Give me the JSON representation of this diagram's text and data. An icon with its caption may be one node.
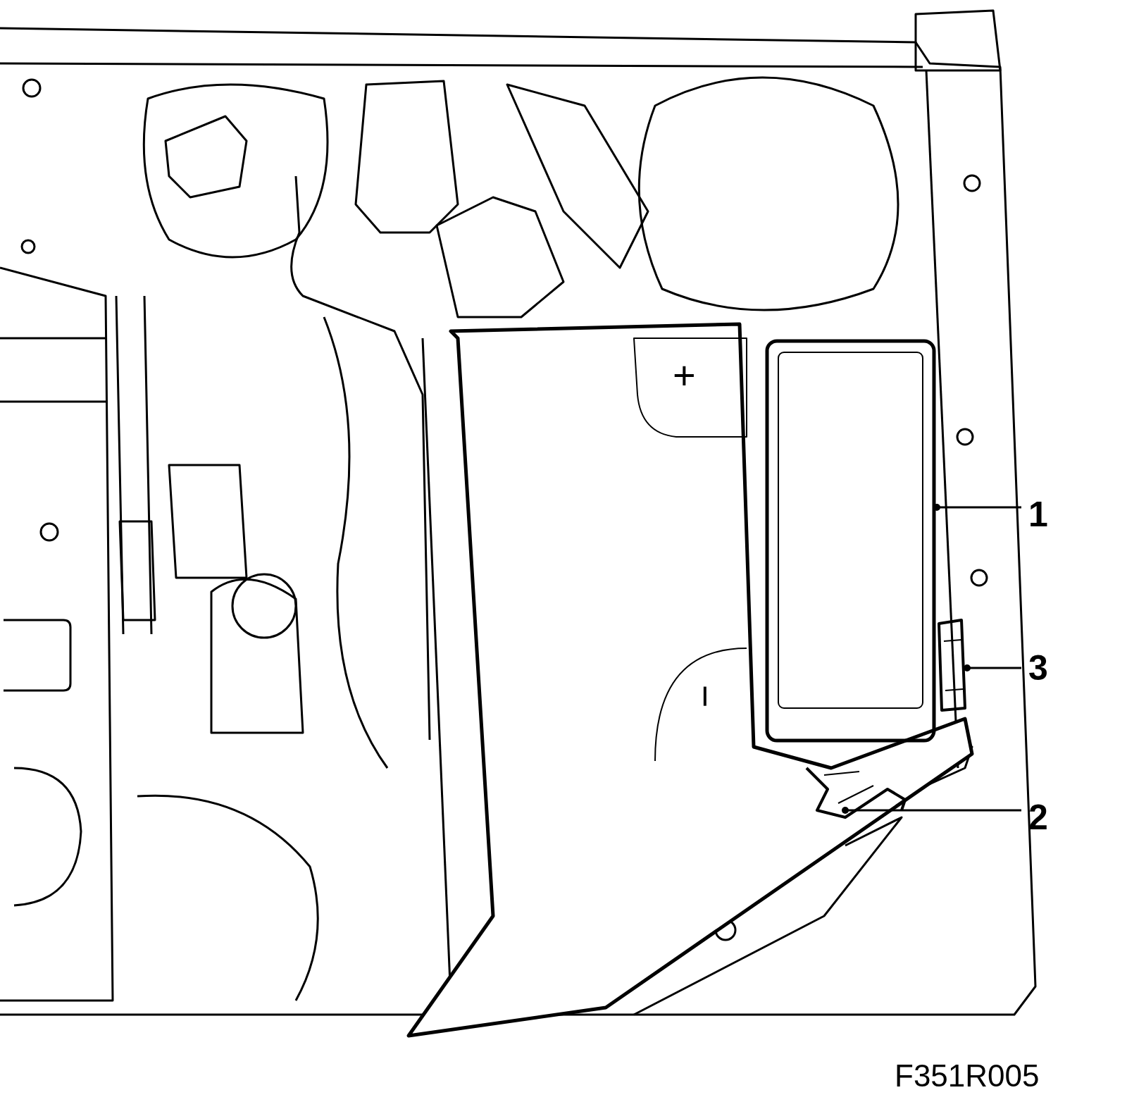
{
  "diagram": {
    "nodes": [
      {
        "text": [
          "1"
        ]
      },
      {
        "text": [],
        "shape": "box"
      },
      {
        "text": [
          "3"
        ]
      },
      {
        "text": [],
        "shape": "picture"
      },
      {
        "text": [
          "2"
        ]
      },
      {
        "text": [],
        "shape": "picture"
      }
    ],
    "edges": [
      {
        "from": 0,
        "to": 1,
        "arrow": "other"
      },
      {
        "from": 2,
        "to": 3,
        "arrow": "other"
      },
      {
        "from": 4,
        "to": 5,
        "arrow": "other"
      }
    ],
    "labels": [
      "+",
      "−",
      "F351R005"
    ]
  }
}
